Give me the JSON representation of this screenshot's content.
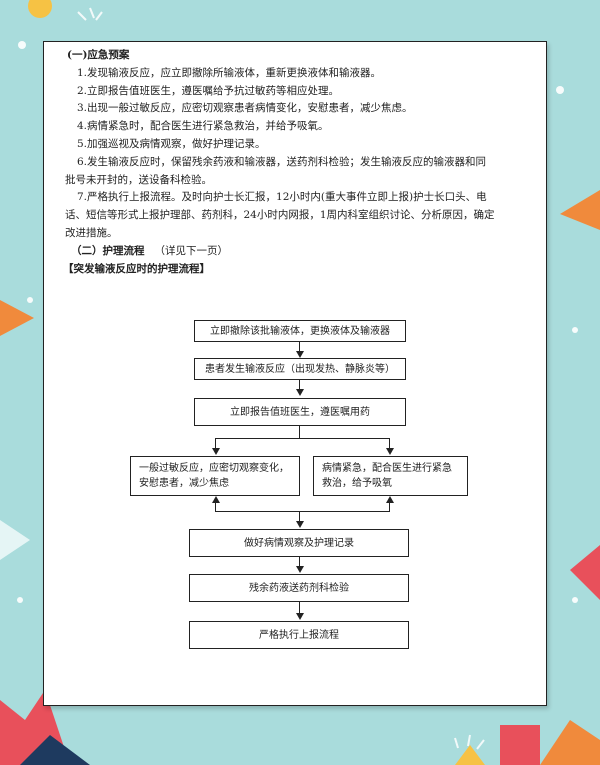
{
  "doc": {
    "heading1": "(一)应急预案",
    "items": [
      "1.发现输液反应，应立即撤除所输液体，重新更换液体和输液器。",
      "2.立即报告值班医生，遵医嘱给予抗过敏药等相应处理。",
      "3.出现一般过敏反应，应密切观察患者病情变化，安慰患者，减少焦虑。",
      "4.病情紧急时，配合医生进行紧急救治，并给予吸氧。",
      "5.加强巡视及病情观察，做好护理记录。",
      "6.发生输液反应时，保留残余药液和输液器，送药剂科检验；发生输液反应的输液器和同批号未开封的，送设备科检验。",
      "7.严格执行上报流程。及时向护士长汇报，12小时内(重大事件立即上报)护士长口头、电话、短信等形式上报护理部、药剂科，24小时内网报，1周内科室组织讨论、分析原因，确定改进措施。"
    ],
    "heading2": "（二）护理流程",
    "heading2_note": "（详见下一页）",
    "heading3": "【突发输液反应时的护理流程】"
  },
  "flow": {
    "step1": "立即撤除该批输液体，更换液体及输液器",
    "step2": "患者发生输液反应（出现发热、静脉炎等）",
    "step3": "立即报告值班医生，遵医嘱用药",
    "branch_left": "一般过敏反应，应密切观察变化，安慰患者，减少焦虑",
    "branch_right": "病情紧急，配合医生进行紧急救治，给予吸氧",
    "step4": "做好病情观察及护理记录",
    "step5": "残余药液送药剂科检验",
    "step6": "严格执行上报流程"
  },
  "colors": {
    "background": "#a9dcdc",
    "orange": "#f08a3c",
    "red": "#e8505b",
    "yellow": "#f6c244",
    "navy": "#1e3a5f"
  }
}
